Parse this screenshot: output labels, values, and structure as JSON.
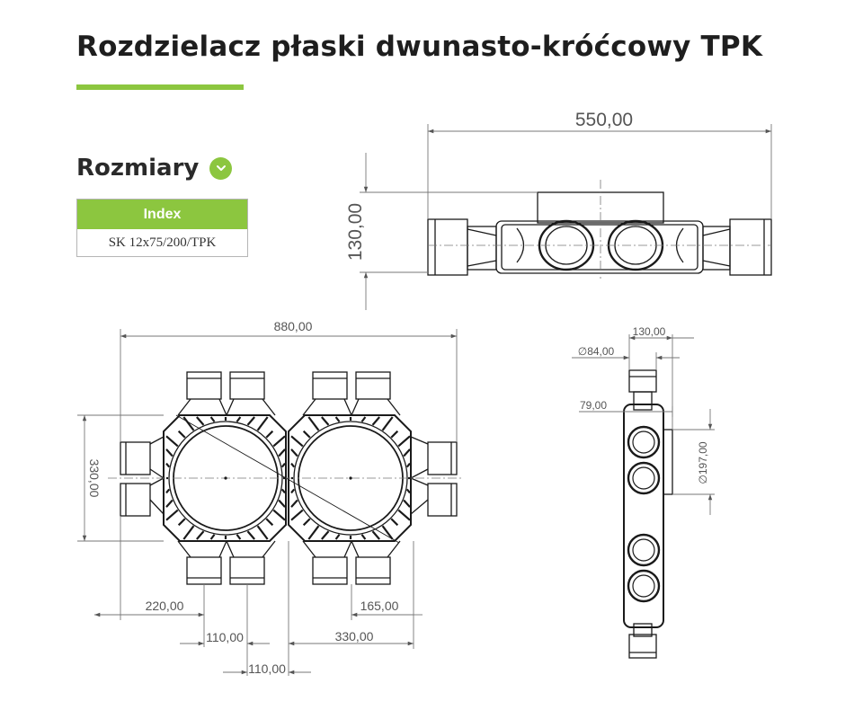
{
  "page": {
    "title": "Rozdzielacz płaski dwunasto-króćcowy TPK",
    "accent_color": "#8cc63f"
  },
  "sizes": {
    "label": "Rozmiary",
    "icon": "chevron-down-icon",
    "table": {
      "header": "Index",
      "value": "SK 12x75/200/TPK"
    }
  },
  "dimensions": {
    "side_width": "550,00",
    "side_height": "130,00",
    "top_width": "880,00",
    "top_height": "330,00",
    "left_offset": "220,00",
    "port_spacing_1": "110,00",
    "port_spacing_2": "110,00",
    "center_spacing": "330,00",
    "right_offset": "165,00",
    "end_height": "130,00",
    "end_port_diameter": "∅84,00",
    "end_offset": "79,00",
    "end_port_big": "∅197,00"
  },
  "colors": {
    "line": "#1a1a1a",
    "dimension": "#777777"
  }
}
